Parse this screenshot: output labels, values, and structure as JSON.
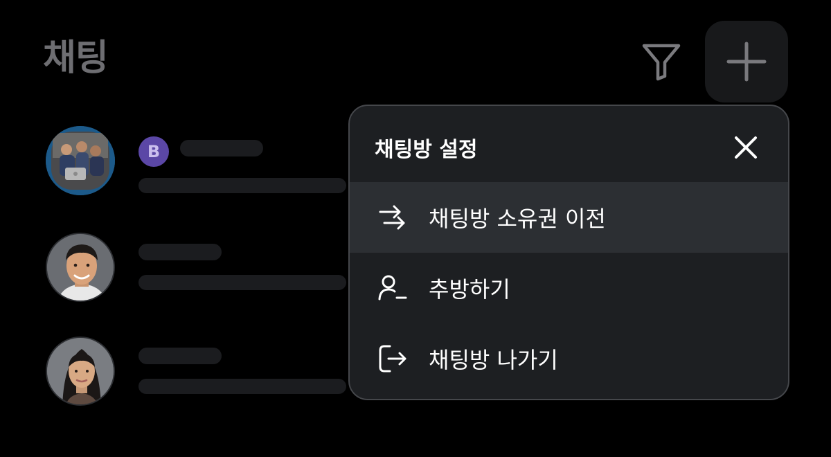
{
  "header": {
    "title": "채팅",
    "filter_icon": "filter-icon",
    "add_icon": "plus-icon"
  },
  "chat_list": [
    {
      "avatar": "group-photo",
      "badge": "B"
    },
    {
      "avatar": "man-portrait"
    },
    {
      "avatar": "woman-portrait"
    }
  ],
  "menu": {
    "title": "채팅방 설정",
    "close_icon": "close-icon",
    "items": [
      {
        "label": "채팅방 소유권 이전",
        "icon": "transfer-arrows-icon",
        "highlighted": true
      },
      {
        "label": "추방하기",
        "icon": "user-remove-icon",
        "highlighted": false
      },
      {
        "label": "채팅방 나가기",
        "icon": "exit-icon",
        "highlighted": false
      }
    ]
  },
  "colors": {
    "background": "#000000",
    "menu_background": "#1d1f22",
    "menu_highlight": "#2c2f33",
    "badge": "#5b47a6",
    "title_dimmed": "#6e6e72"
  }
}
